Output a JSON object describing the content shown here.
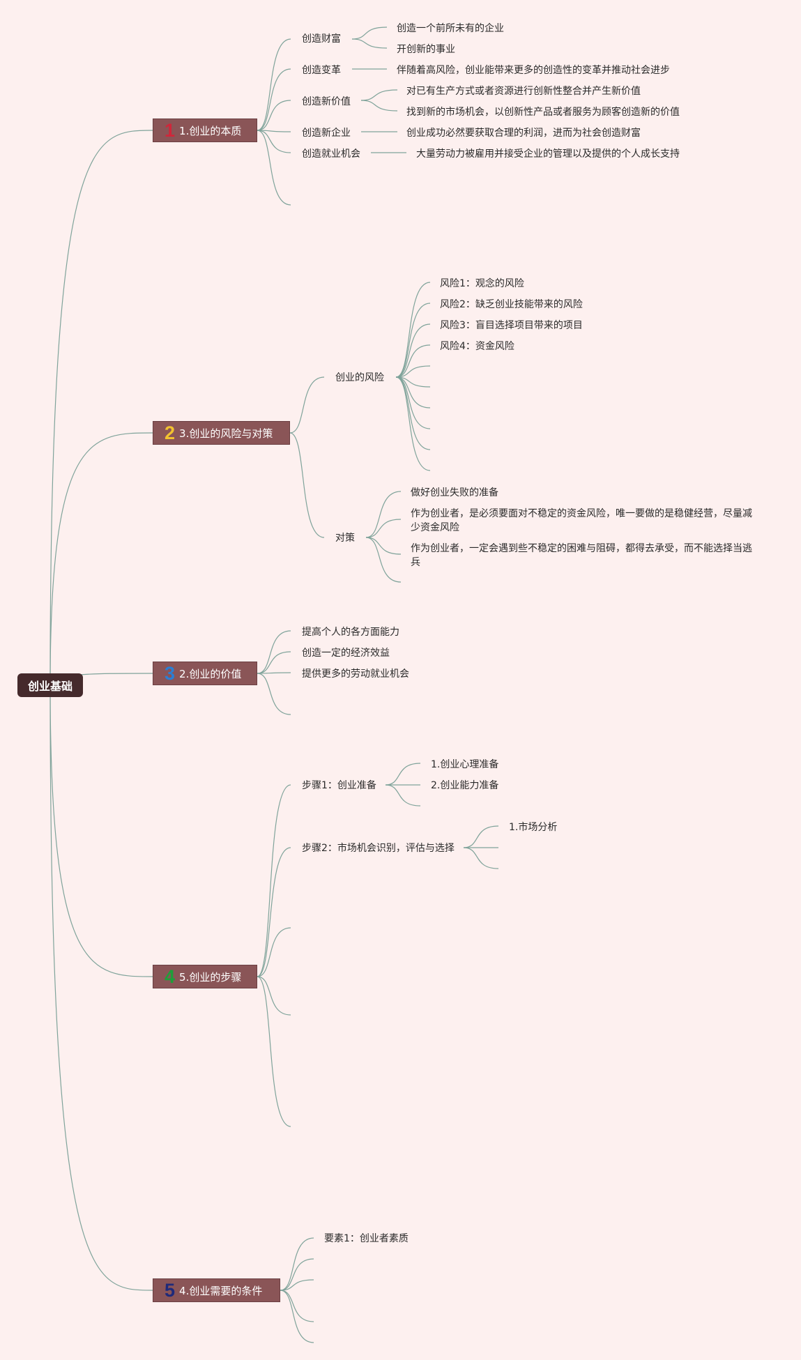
{
  "colors": {
    "background": "#fdf0ef",
    "root": "#452a2c",
    "branch": "#8a5557",
    "line": "#7fa39a",
    "num1": "#d0263a",
    "num2": "#f2c230",
    "num3": "#2b7fd4",
    "num4": "#1f9e3a",
    "num5": "#1f2a7a"
  },
  "root": "创业基础",
  "branches": [
    {
      "num": "1",
      "label": "1.创业的本质",
      "children": [
        {
          "label": "创造财富",
          "children": [
            "创造一个前所未有的企业",
            "开创新的事业"
          ]
        },
        {
          "label": "创造变革",
          "children": [
            "伴随着高风险，创业能带来更多的创造性的变革并推动社会进步"
          ]
        },
        {
          "label": "创造新价值",
          "children": [
            "对已有生产方式或者资源进行创新性整合并产生新价值",
            "找到新的市场机会，以创新性产品或者服务为顾客创造新的价值"
          ]
        },
        {
          "label": "创造新企业",
          "children": [
            "创业成功必然要获取合理的利润，进而为社会创造财富"
          ]
        },
        {
          "label": "创造就业机会",
          "children": [
            "大量劳动力被雇用并接受企业的管理以及提供的个人成长支持"
          ]
        }
      ]
    },
    {
      "num": "2",
      "label": "3.创业的风险与对策",
      "children": [
        {
          "label": "创业的风险",
          "children": [
            "风险1：观念的风险",
            "风险2：缺乏创业技能带来的风险",
            "风险3：盲目选择项目带来的项目",
            "风险4：资金风险"
          ]
        },
        {
          "label": "对策",
          "children": [
            "做好创业失败的准备",
            "作为创业者，是必须要面对不稳定的资金风险，唯一要做的是稳健经营，尽量减少资金风险",
            "作为创业者，一定会遇到些不稳定的困难与阻碍，都得去承受，而不能选择当逃兵"
          ]
        }
      ]
    },
    {
      "num": "3",
      "label": "2.创业的价值",
      "children": [
        {
          "label": "提高个人的各方面能力"
        },
        {
          "label": "创造一定的经济效益"
        },
        {
          "label": "提供更多的劳动就业机会"
        }
      ]
    },
    {
      "num": "4",
      "label": "5.创业的步骤",
      "children": [
        {
          "label": "步骤1：创业准备",
          "children": [
            "1.创业心理准备",
            "2.创业能力准备"
          ]
        },
        {
          "label": "步骤2：市场机会识别，评估与选择",
          "children": [
            "1.市场分析"
          ]
        }
      ]
    },
    {
      "num": "5",
      "label": "4.创业需要的条件",
      "children": [
        {
          "label": "要素1：创业者素质"
        }
      ]
    }
  ]
}
